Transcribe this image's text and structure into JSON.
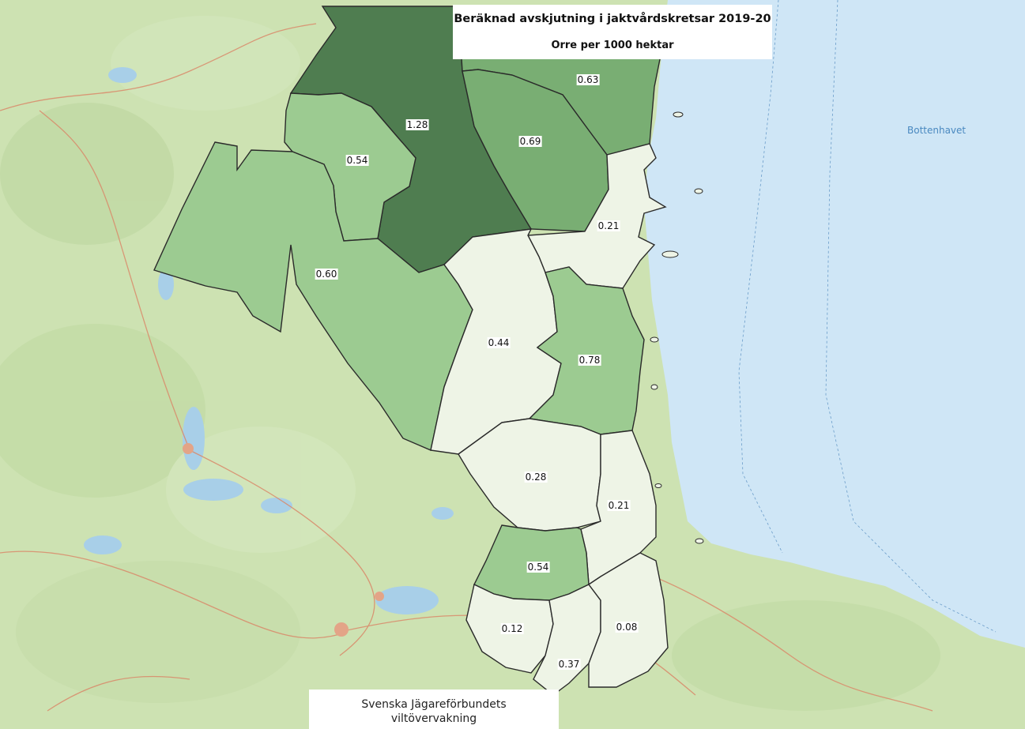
{
  "map": {
    "title": "Beräknad avskjutning i jaktvårdskretsar 2019-20",
    "subtitle": "Orre per 1000 hektar",
    "credit_line1": "Svenska Jägareförbundets",
    "credit_line2": "viltövervakning",
    "sea_label": "Bottenhavet",
    "colors": {
      "sea": "#cfe6f6",
      "land": "#c9dfae",
      "level_lowest": "#eef4e6",
      "level_mid": "#9ccb91",
      "level_high": "#79ae73",
      "level_highest": "#4f7d50",
      "border": "#2a2a2a",
      "roads": "#d9896a"
    },
    "regions": [
      {
        "value": "1.28"
      },
      {
        "value": "0.63"
      },
      {
        "value": "0.69"
      },
      {
        "value": "0.54"
      },
      {
        "value": "0.60"
      },
      {
        "value": "0.21"
      },
      {
        "value": "0.44"
      },
      {
        "value": "0.78"
      },
      {
        "value": "0.28"
      },
      {
        "value": "0.21"
      },
      {
        "value": "0.54"
      },
      {
        "value": "0.12"
      },
      {
        "value": "0.08"
      },
      {
        "value": "0.37"
      }
    ]
  }
}
